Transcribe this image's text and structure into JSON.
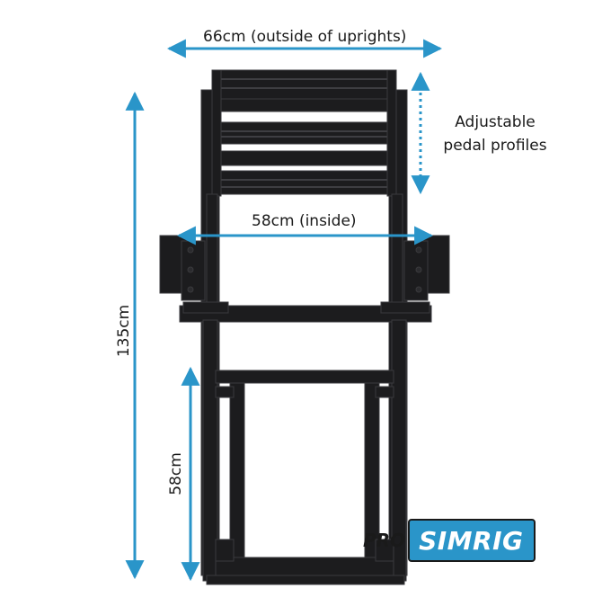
{
  "dimensions": {
    "outside_width": "66cm (outside of uprights)",
    "inside_width": "58cm (inside)",
    "total_height": "135cm",
    "base_height": "58cm",
    "pedal_note_line1": "Adjustable",
    "pedal_note_line2": "pedal profiles"
  },
  "logo": {
    "prefix": "PRO",
    "name": "SIMRIG"
  },
  "colors": {
    "accent": "#2a95c9",
    "frame": "#1c1c1e",
    "frame_highlight": "#3a3a3d",
    "text": "#1a1a1a"
  }
}
